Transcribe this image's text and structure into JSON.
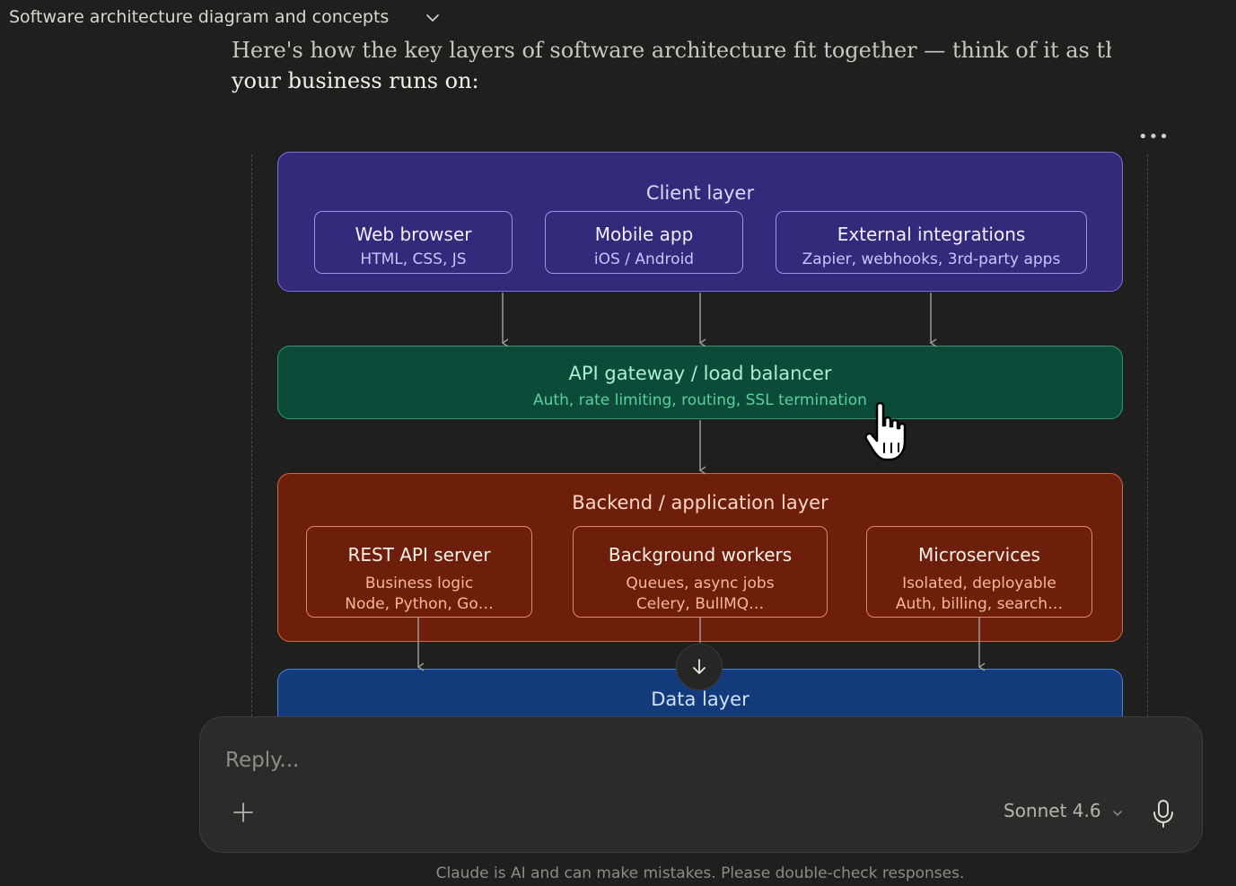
{
  "header": {
    "chat_title": "Software architecture diagram and concepts",
    "title_chevron_icon": "chevron-down-icon"
  },
  "message": {
    "intro_line1": "Here's how the key layers of software architecture fit together — think of it as the \"stack\"",
    "intro_line2": "your business runs on:",
    "more_icon": "more-horizontal-icon"
  },
  "diagram": {
    "client_layer": {
      "title": "Client layer",
      "cards": [
        {
          "title": "Web browser",
          "subtitle": "HTML, CSS, JS"
        },
        {
          "title": "Mobile app",
          "subtitle": "iOS / Android"
        },
        {
          "title": "External integrations",
          "subtitle": "Zapier, webhooks, 3rd-party apps"
        }
      ]
    },
    "api_layer": {
      "title": "API gateway / load balancer",
      "subtitle": "Auth, rate limiting, routing, SSL termination"
    },
    "backend_layer": {
      "title": "Backend / application layer",
      "cards": [
        {
          "title": "REST API server",
          "line1": "Business logic",
          "line2": "Node, Python, Go…"
        },
        {
          "title": "Background workers",
          "line1": "Queues, async jobs",
          "line2": "Celery, BullMQ…"
        },
        {
          "title": "Microservices",
          "line1": "Isolated, deployable",
          "line2": "Auth, billing, search…"
        }
      ]
    },
    "data_layer": {
      "title": "Data layer"
    },
    "colors": {
      "client": "#342a7b",
      "api": "#0c4b39",
      "backend": "#6d1f0b",
      "data": "#133a7a"
    }
  },
  "scroll_down_icon": "arrow-down-icon",
  "pointer_icon": "hand-pointer-icon",
  "composer": {
    "placeholder": "Reply...",
    "value": "",
    "add_icon": "plus-icon",
    "model_label": "Sonnet 4.6",
    "model_chevron_icon": "chevron-down-icon",
    "mic_icon": "microphone-icon"
  },
  "footer": {
    "disclaimer": "Claude is AI and can make mistakes. Please double-check responses."
  }
}
